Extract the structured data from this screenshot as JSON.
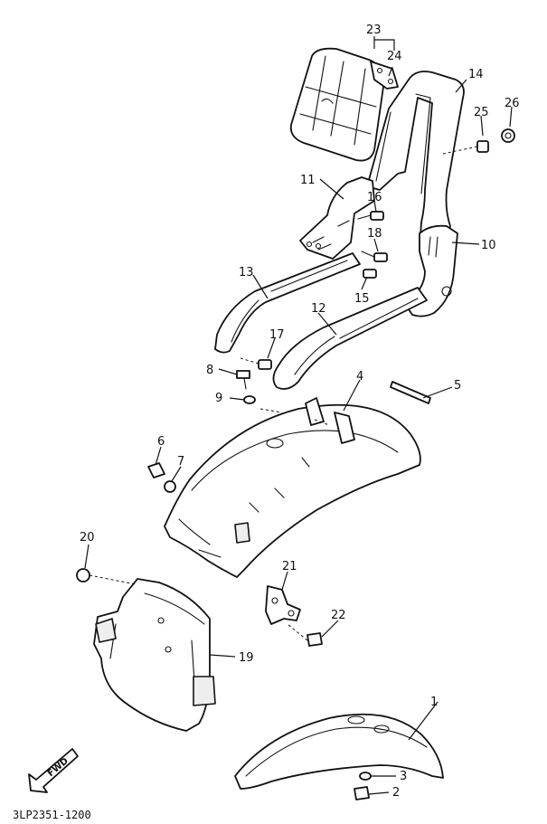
{
  "callouts": {
    "c1": "1",
    "c2": "2",
    "c3": "3",
    "c4": "4",
    "c5": "5",
    "c6": "6",
    "c7": "7",
    "c8": "8",
    "c9": "9",
    "c10": "10",
    "c11": "11",
    "c12": "12",
    "c13": "13",
    "c14": "14",
    "c15": "15",
    "c16": "16",
    "c17": "17",
    "c18": "18",
    "c19": "19",
    "c20": "20",
    "c21": "21",
    "c22": "22",
    "c23": "23",
    "c24": "24",
    "c25": "25",
    "c26": "26"
  },
  "diagram_code": "3LP2351-1200",
  "fwd_label": "FWD"
}
